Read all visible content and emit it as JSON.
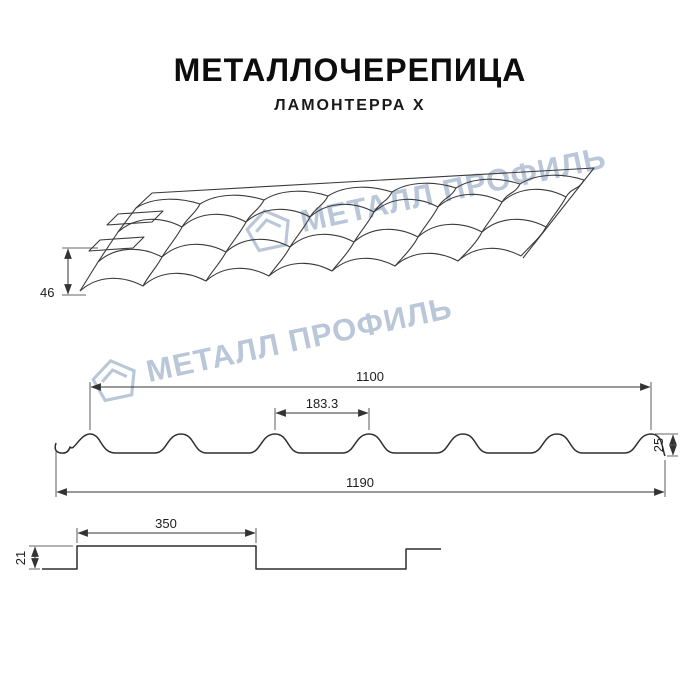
{
  "header": {
    "title": "МЕТАЛЛОЧЕРЕПИЦА",
    "subtitle": "ЛАМОНТЕРРА X"
  },
  "watermark": {
    "text": "МЕТАЛЛ ПРОФИЛЬ",
    "color": "#b7c5d7"
  },
  "perspective_view": {
    "height_dim": "46"
  },
  "cross_section": {
    "top_width_dim": "1100",
    "wave_pitch_dim": "183.3",
    "profile_height_dim": "25",
    "total_width_dim": "1190"
  },
  "step_profile": {
    "module_length_dim": "350",
    "step_height_dim": "21"
  },
  "drawing": {
    "line_color": "#3a3a3a"
  }
}
